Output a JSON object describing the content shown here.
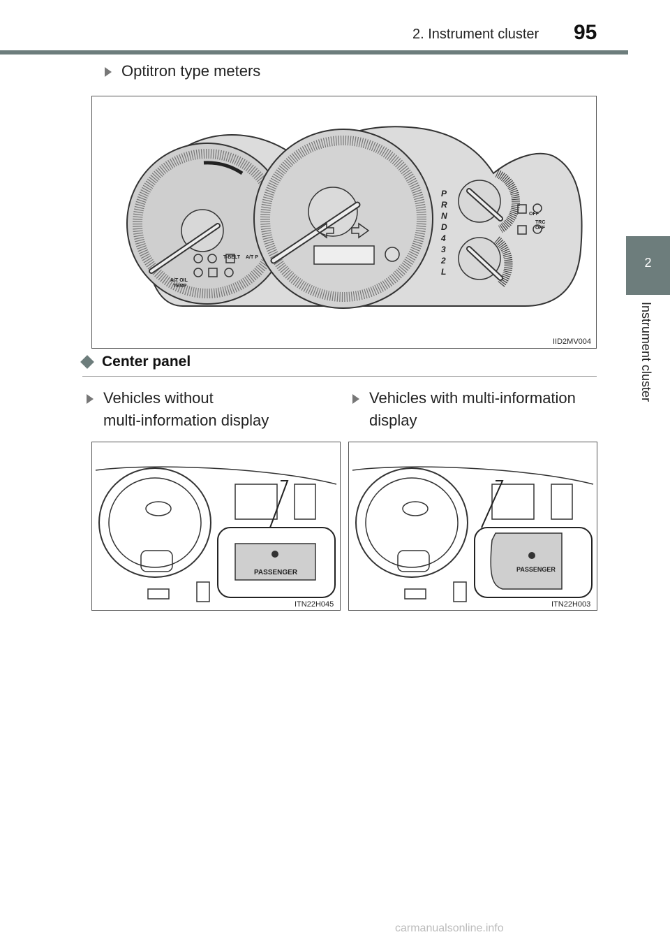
{
  "header": {
    "section": "2. Instrument cluster",
    "page_number": "95"
  },
  "side_tab": {
    "number": "2",
    "label": "Instrument cluster"
  },
  "meters": {
    "heading": "Optitron type meters",
    "figure_code": "IID2MV004",
    "labels": {
      "t_belt": "T-BELT",
      "at_p": "A/T P",
      "at_oil": "A/T OIL",
      "temp": "TEMP",
      "off": "OFF",
      "trc": "TRC",
      "trc_off": "OFF",
      "gears": [
        "P",
        "R",
        "N",
        "D",
        "4",
        "3",
        "2",
        "L"
      ]
    }
  },
  "center_panel": {
    "title": "Center panel",
    "left": {
      "heading_line1": "Vehicles without",
      "heading_line2": "multi-information display",
      "figure_code": "ITN22H045",
      "badge": "PASSENGER"
    },
    "right": {
      "heading_line1": "Vehicles with multi-information",
      "heading_line2": "display",
      "figure_code": "ITN22H003",
      "badge": "PASSENGER"
    }
  },
  "footer": {
    "watermark": "carmanualsonline.info"
  }
}
